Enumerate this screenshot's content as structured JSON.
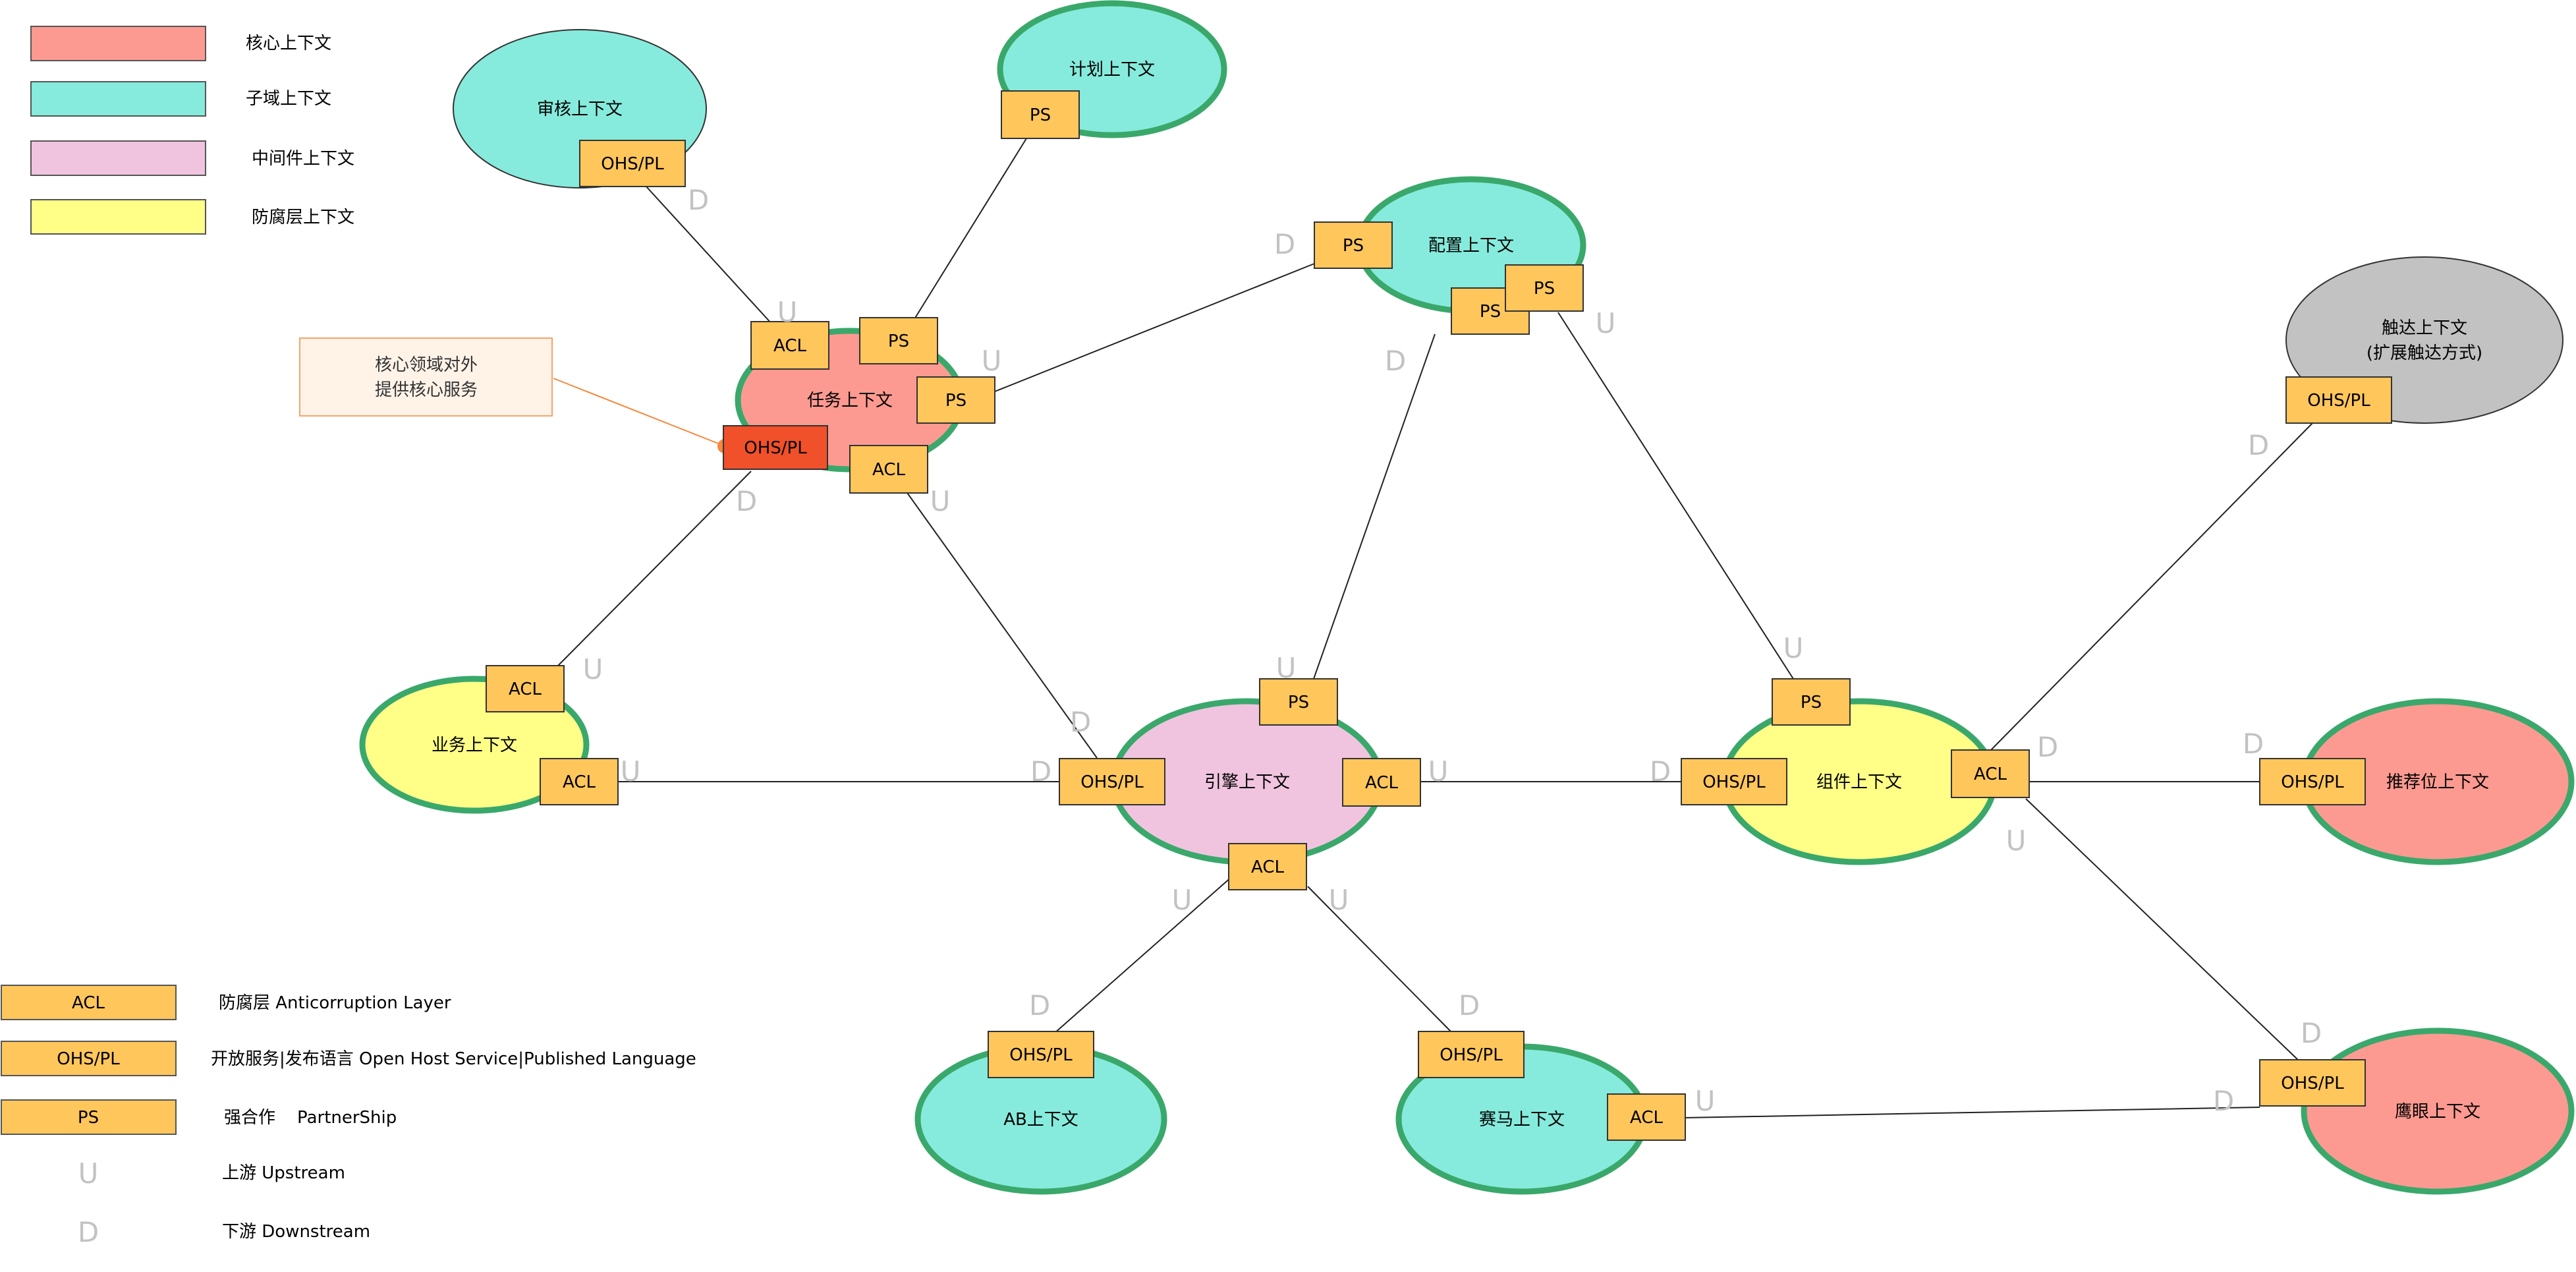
{
  "legend_contexts": [
    {
      "label": "核心上下文",
      "color": "#fc9a91"
    },
    {
      "label": "子域上下文",
      "color": "#86ebdc"
    },
    {
      "label": "中间件上下文",
      "color": "#f0c4df"
    },
    {
      "label": "防腐层上下文",
      "color": "#ffff88"
    }
  ],
  "legend_patterns": [
    {
      "tag": "ACL",
      "label": "防腐层 Anticorruption Layer"
    },
    {
      "tag": "OHS/PL",
      "label": "开放服务|发布语言 Open Host Service|Published Language"
    },
    {
      "tag": "PS",
      "label": "强合作    PartnerShip"
    },
    {
      "tag": "U",
      "label": "上游 Upstream"
    },
    {
      "tag": "D",
      "label": "下游 Downstream"
    }
  ],
  "colors": {
    "core": "#fc9a91",
    "subdomain": "#86ebdc",
    "middleware": "#f0c4df",
    "anticorruption": "#ffff88",
    "extension": "#c2c2c2",
    "tag": "#ffc65c",
    "tag_highlight": "#f0502a",
    "border_green": "#3aa86b",
    "note_border": "#f5a36b",
    "note_fill": "#fff3e8",
    "udmark": "#c2c2c2"
  },
  "note": {
    "lines": [
      "核心领域对外",
      "提供核心服务"
    ]
  },
  "contexts": [
    {
      "id": "shenhe",
      "lines": [
        "审核上下文"
      ],
      "type": "subdomain",
      "green": false
    },
    {
      "id": "jihua",
      "lines": [
        "计划上下文"
      ],
      "type": "subdomain",
      "green": true
    },
    {
      "id": "peizhi",
      "lines": [
        "配置上下文"
      ],
      "type": "subdomain",
      "green": true
    },
    {
      "id": "chuda",
      "lines": [
        "触达上下文",
        "(扩展触达方式)"
      ],
      "type": "extension",
      "green": false
    },
    {
      "id": "renwu",
      "lines": [
        "任务上下文"
      ],
      "type": "core",
      "green": true
    },
    {
      "id": "yewu",
      "lines": [
        "业务上下文"
      ],
      "type": "anticorruption",
      "green": true
    },
    {
      "id": "yinqing",
      "lines": [
        "引擎上下文"
      ],
      "type": "middleware",
      "green": true
    },
    {
      "id": "zujian",
      "lines": [
        "组件上下文"
      ],
      "type": "anticorruption",
      "green": true
    },
    {
      "id": "tuijian",
      "lines": [
        "推荐位上下文"
      ],
      "type": "core",
      "green": true
    },
    {
      "id": "ab",
      "lines": [
        "AB上下文"
      ],
      "type": "subdomain",
      "green": true
    },
    {
      "id": "saima",
      "lines": [
        "赛马上下文"
      ],
      "type": "subdomain",
      "green": true
    },
    {
      "id": "yingyan",
      "lines": [
        "鹰眼上下文"
      ],
      "type": "core",
      "green": true
    }
  ],
  "tags": [
    {
      "id": "t1",
      "text": "OHS/PL",
      "highlight": false
    },
    {
      "id": "t2",
      "text": "PS",
      "highlight": false
    },
    {
      "id": "t3",
      "text": "PS",
      "highlight": false
    },
    {
      "id": "t4",
      "text": "PS",
      "highlight": false
    },
    {
      "id": "t5",
      "text": "PS",
      "highlight": false
    },
    {
      "id": "t6",
      "text": "OHS/PL",
      "highlight": false
    },
    {
      "id": "t7",
      "text": "ACL",
      "highlight": false
    },
    {
      "id": "t8",
      "text": "PS",
      "highlight": false
    },
    {
      "id": "t9",
      "text": "PS",
      "highlight": false
    },
    {
      "id": "t10",
      "text": "OHS/PL",
      "highlight": true
    },
    {
      "id": "t11",
      "text": "ACL",
      "highlight": false
    },
    {
      "id": "t12",
      "text": "ACL",
      "highlight": false
    },
    {
      "id": "t13",
      "text": "ACL",
      "highlight": false
    },
    {
      "id": "t14",
      "text": "PS",
      "highlight": false
    },
    {
      "id": "t15",
      "text": "OHS/PL",
      "highlight": false
    },
    {
      "id": "t16",
      "text": "ACL",
      "highlight": false
    },
    {
      "id": "t17",
      "text": "ACL",
      "highlight": false
    },
    {
      "id": "t18",
      "text": "PS",
      "highlight": false
    },
    {
      "id": "t19",
      "text": "OHS/PL",
      "highlight": false
    },
    {
      "id": "t20",
      "text": "ACL",
      "highlight": false
    },
    {
      "id": "t21",
      "text": "OHS/PL",
      "highlight": false
    },
    {
      "id": "t22",
      "text": "OHS/PL",
      "highlight": false
    },
    {
      "id": "t23",
      "text": "OHS/PL",
      "highlight": false
    },
    {
      "id": "t24",
      "text": "ACL",
      "highlight": false
    },
    {
      "id": "t25",
      "text": "OHS/PL",
      "highlight": false
    }
  ],
  "marks": [
    {
      "id": "m1",
      "text": "D"
    },
    {
      "id": "m2",
      "text": "U"
    },
    {
      "id": "m3",
      "text": "D"
    },
    {
      "id": "m4",
      "text": "U"
    },
    {
      "id": "m5",
      "text": "D"
    },
    {
      "id": "m6",
      "text": "U"
    },
    {
      "id": "m7",
      "text": "D"
    },
    {
      "id": "m8",
      "text": "U"
    },
    {
      "id": "m9",
      "text": "D"
    },
    {
      "id": "m10",
      "text": "U"
    },
    {
      "id": "m11",
      "text": "U"
    },
    {
      "id": "m12",
      "text": "D"
    },
    {
      "id": "m13",
      "text": "U"
    },
    {
      "id": "m14",
      "text": "D"
    },
    {
      "id": "m15",
      "text": "U"
    },
    {
      "id": "m16",
      "text": "D"
    },
    {
      "id": "m17",
      "text": "D"
    },
    {
      "id": "m18",
      "text": "U"
    },
    {
      "id": "m19",
      "text": "D"
    },
    {
      "id": "m20",
      "text": "U"
    },
    {
      "id": "m21",
      "text": "D"
    },
    {
      "id": "m22",
      "text": "U"
    },
    {
      "id": "m23",
      "text": "D"
    },
    {
      "id": "m24",
      "text": "U"
    },
    {
      "id": "m25",
      "text": "D"
    },
    {
      "id": "m26",
      "text": "U"
    },
    {
      "id": "m27",
      "text": "D"
    },
    {
      "id": "m28",
      "text": "D"
    },
    {
      "id": "m29",
      "text": "U"
    }
  ]
}
